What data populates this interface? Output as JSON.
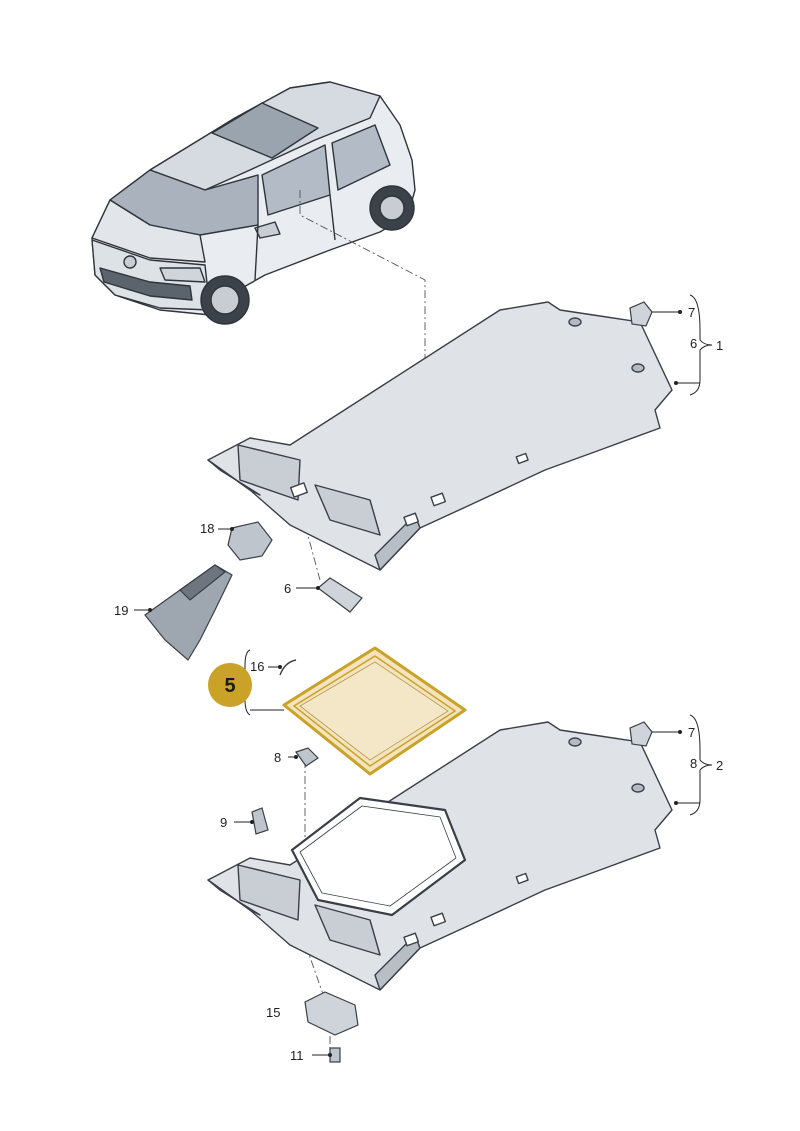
{
  "callouts": {
    "c1": "1",
    "c2": "2",
    "c6a": "6",
    "c6b": "6",
    "c7a": "7",
    "c7b": "7",
    "c8a": "8",
    "c8b": "8",
    "c9": "9",
    "c11": "11",
    "c15": "15",
    "c16": "16",
    "c18": "18",
    "c19": "19"
  },
  "highlight": {
    "label": "5",
    "color": "#c9a227",
    "fill": "#f3e3bf"
  },
  "colors": {
    "headliner": "#dfe3e8",
    "headliner_edge": "#3a3f47",
    "car_body": "#e9edf1",
    "glass": "#aab3bd"
  }
}
